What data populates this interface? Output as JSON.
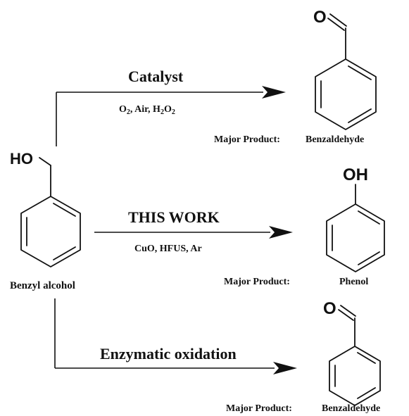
{
  "reactant": {
    "group_label": "HO",
    "name": "Benzyl alcohol",
    "structure_icon": "benzyl-alcohol-structure"
  },
  "routes": [
    {
      "id": "catalyst",
      "title": "Catalyst",
      "conditions": {
        "parts": [
          {
            "t": "O"
          },
          {
            "t": "2",
            "sub": true
          },
          {
            "t": ", Air, H"
          },
          {
            "t": "2",
            "sub": true
          },
          {
            "t": "O"
          },
          {
            "t": "2",
            "sub": true
          }
        ]
      },
      "product_prefix": "Major Product:",
      "product_name": "Benzaldehyde",
      "product_group_label": "O",
      "structure_icon": "benzaldehyde-structure"
    },
    {
      "id": "this-work",
      "title": "THIS WORK",
      "conditions": {
        "parts": [
          {
            "t": "CuO, HFUS, Ar"
          }
        ]
      },
      "product_prefix": "Major Product:",
      "product_name": "Phenol",
      "product_group_label": "OH",
      "structure_icon": "phenol-structure"
    },
    {
      "id": "enzymatic",
      "title": "Enzymatic oxidation",
      "conditions": {
        "parts": []
      },
      "product_prefix": "Major Product:",
      "product_name": "Benzaldehyde",
      "product_group_label": "O",
      "structure_icon": "benzaldehyde-structure"
    }
  ]
}
